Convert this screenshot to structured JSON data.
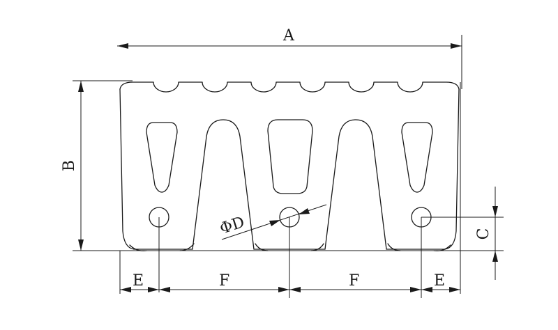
{
  "dimensions": {
    "overall_length": "A",
    "height": "B",
    "hole_center_height": "C",
    "hole_diameter": "ΦD",
    "end_spacing_left": "E",
    "pitch_left": "F",
    "pitch_right": "F",
    "end_spacing_right": "E"
  }
}
